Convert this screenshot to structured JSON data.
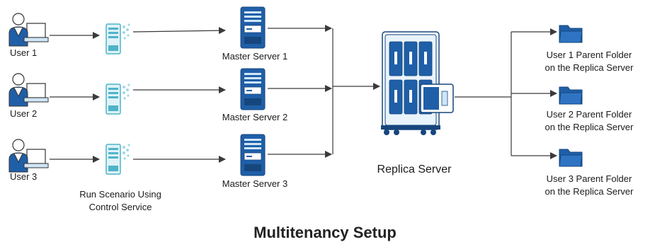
{
  "users": [
    {
      "label": "User 1"
    },
    {
      "label": "User 2"
    },
    {
      "label": "User 3"
    }
  ],
  "control_service_label": [
    "Run Scenario Using",
    "Control Service"
  ],
  "masters": [
    {
      "label": "Master Server 1"
    },
    {
      "label": "Master Server 2"
    },
    {
      "label": "Master Server 3"
    }
  ],
  "replica_label": "Replica Server",
  "folders": [
    {
      "line1": "User 1 Parent Folder",
      "line2": "on the Replica Server"
    },
    {
      "line1": "User 2 Parent Folder",
      "line2": "on the Replica Server"
    },
    {
      "line1": "User 3 Parent Folder",
      "line2": "on the Replica Server"
    }
  ],
  "title": "Multitenancy Setup",
  "colors": {
    "accent_blue": "#1f5fa8",
    "light_blue": "#cfe6f7",
    "teal": "#4fb3c9",
    "arrow": "#3a3a3a"
  }
}
